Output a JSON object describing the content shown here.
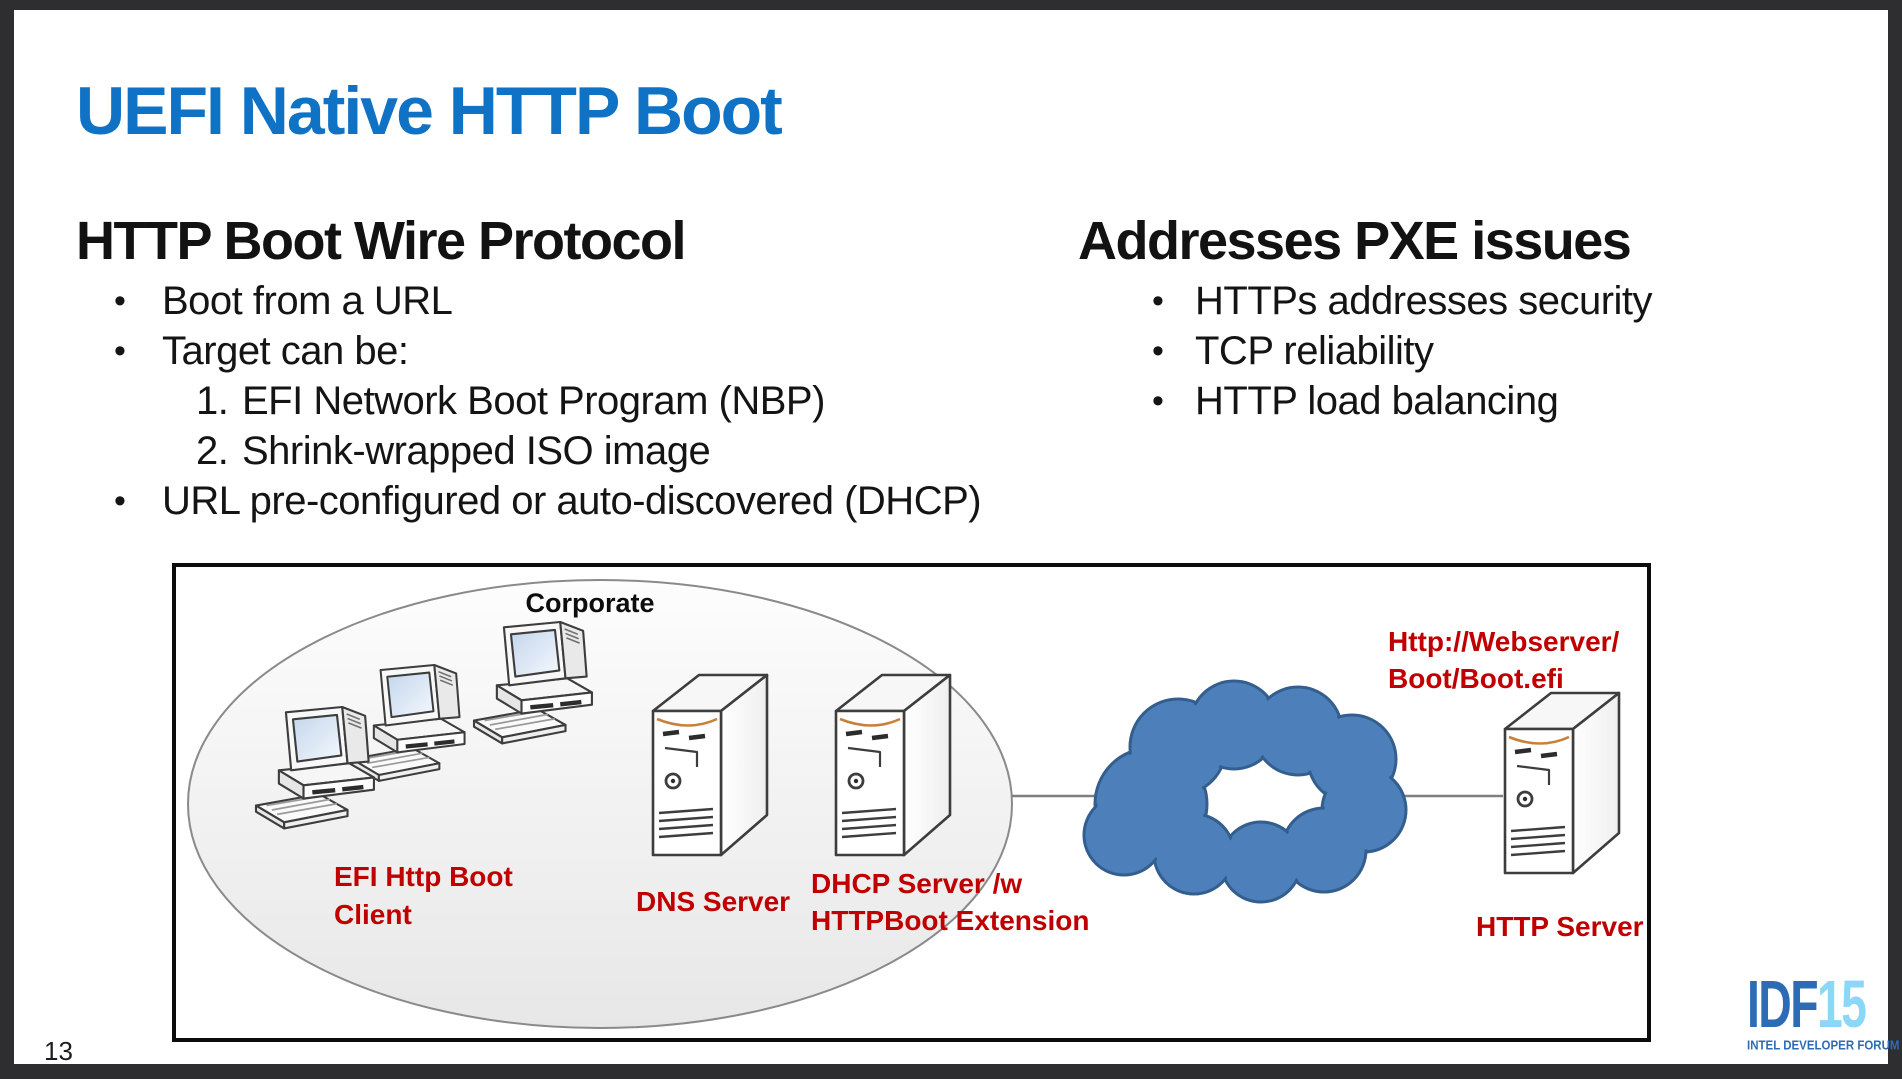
{
  "slide": {
    "title": "UEFI Native HTTP Boot"
  },
  "left_column": {
    "heading": "HTTP Boot Wire Protocol",
    "items": [
      {
        "marker": "•",
        "text": "Boot from a URL"
      },
      {
        "marker": "•",
        "text": "Target can be:"
      },
      {
        "marker": "1.",
        "text": "EFI Network Boot Program (NBP)"
      },
      {
        "marker": "2.",
        "text": "Shrink-wrapped ISO image"
      },
      {
        "marker": "•",
        "text": "URL pre-configured or auto-discovered (DHCP)"
      }
    ]
  },
  "right_column": {
    "heading": "Addresses PXE issues",
    "items": [
      {
        "marker": "•",
        "text": "HTTPs addresses security"
      },
      {
        "marker": "•",
        "text": "TCP reliability"
      },
      {
        "marker": "•",
        "text": "HTTP load balancing"
      }
    ]
  },
  "diagram": {
    "zone_label": "Corporate",
    "client_label_line1": "EFI Http Boot",
    "client_label_line2": "Client",
    "dns_label": "DNS Server",
    "dhcp_label_line1": "DHCP Server /w",
    "dhcp_label_line2": "HTTPBoot Extension",
    "url_line1": "Http://Webserver/",
    "url_line2": "Boot/Boot.efi",
    "http_server_label": "HTTP Server"
  },
  "footer": {
    "page_number": "13",
    "logo": {
      "name": "IDF",
      "year": "15",
      "subtitle": "INTEL DEVELOPER FORUM"
    }
  },
  "colors": {
    "title_blue": "#0f72c5",
    "label_red": "#c00000",
    "cloud_blue": "#4d80bb",
    "cloud_stroke": "#335e8e",
    "logo_blue": "#2d6cb5",
    "logo_light_blue": "#8bd7f7",
    "frame_dark": "#2e2e30"
  }
}
